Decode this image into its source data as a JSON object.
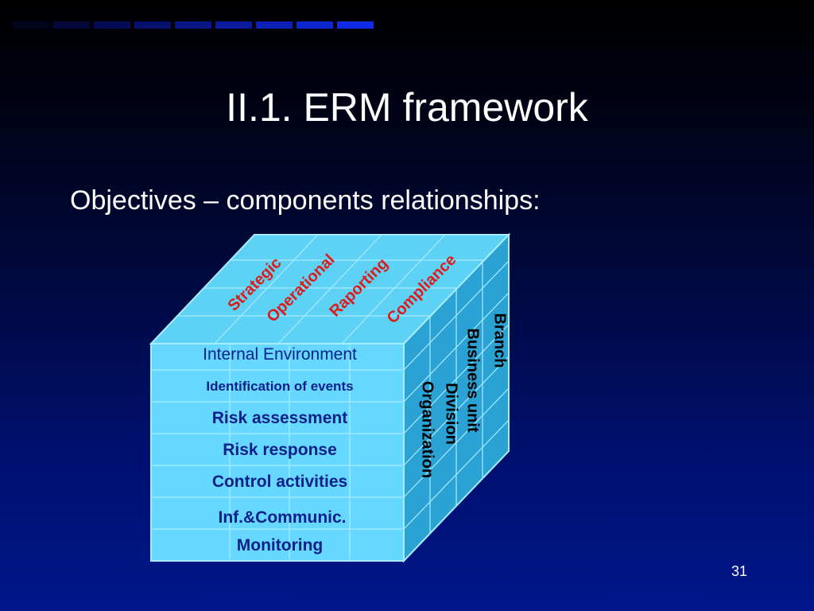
{
  "slide": {
    "title": "II.1. ERM framework",
    "subtitle": "Objectives – components relationships:",
    "page_number": "31"
  },
  "diagram": {
    "objectives": [
      "Strategic",
      "Operational",
      "Raporting",
      "Compliance"
    ],
    "components": [
      "Internal Environment",
      "Identification of events",
      "Risk assessment",
      "Risk response",
      "Control activities",
      "Inf.&Communic.",
      "Monitoring"
    ],
    "units": [
      "Branch",
      "Business unit",
      "Division",
      "Organization"
    ],
    "colors": {
      "front_face": "#66d8ff",
      "top_face": "#5ed2f4",
      "side_face": "#2aa2d4",
      "objective_text": "#dd1b1b",
      "component_text": "#0a1f8c",
      "unit_text": "#000000"
    }
  },
  "decor": {
    "top_bar_colors": [
      "#02031c",
      "#03073a",
      "#050b52",
      "#07106c",
      "#091685",
      "#0b1b9f",
      "#0d21b8",
      "#0e26d0",
      "#102be6"
    ]
  }
}
